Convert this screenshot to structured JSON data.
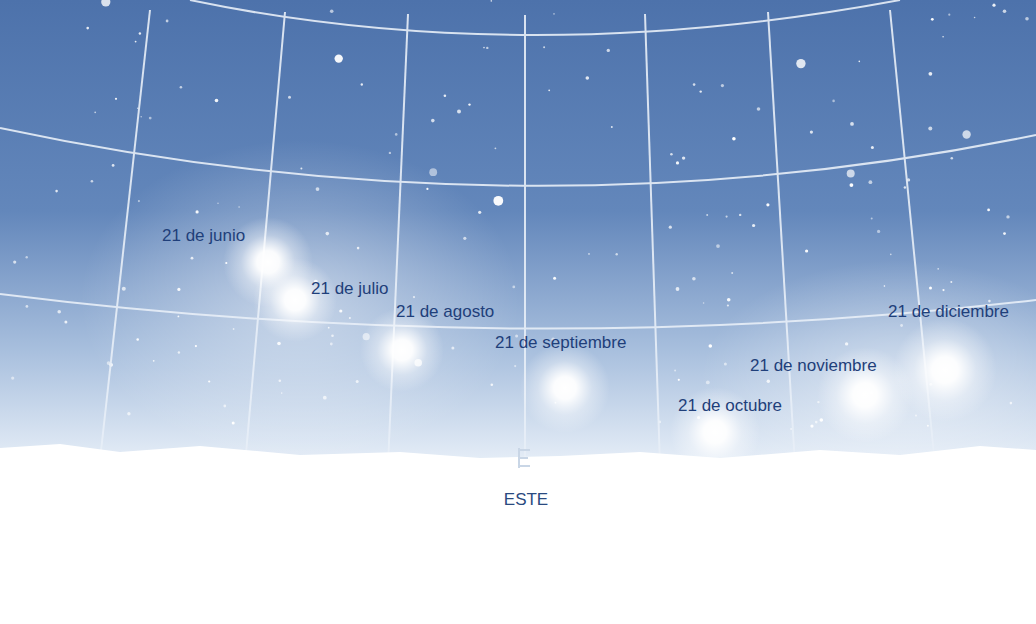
{
  "diagram": {
    "labels": [
      "21 de junio",
      "21 de julio",
      "21 de agosto",
      "21 de septiembre",
      "21 de noviembre",
      "21 de octubre",
      "21 de diciembre",
      "ESTE"
    ]
  }
}
